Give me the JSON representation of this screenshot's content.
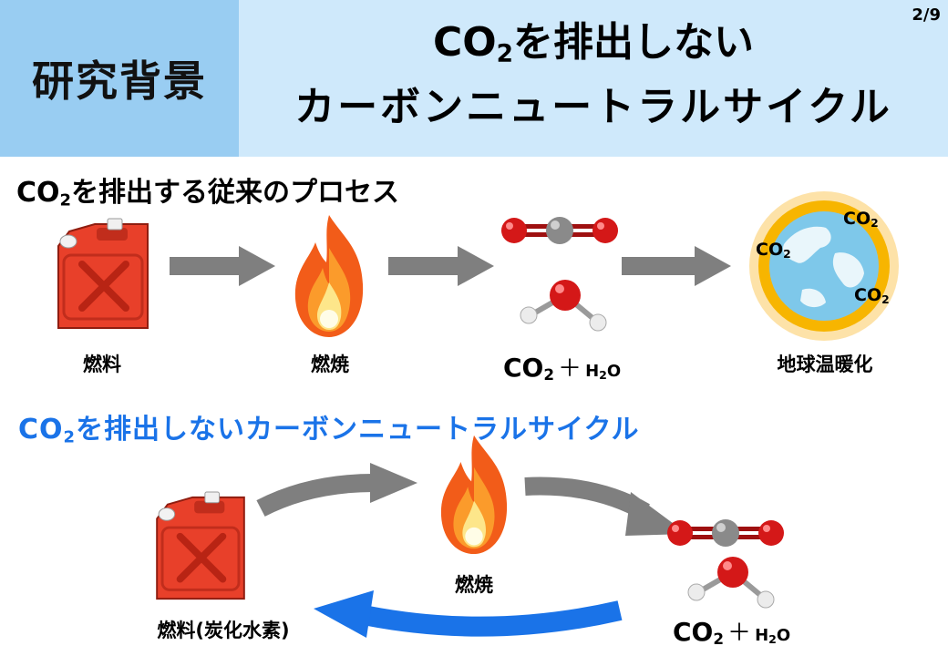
{
  "header": {
    "section_label": "研究背景",
    "title_line1_prefix": "CO",
    "title_line1_sub": "2",
    "title_line1_suffix": "を排出しない",
    "title_line2": "カーボンニュートラルサイクル",
    "page_number": "2/9"
  },
  "conventional": {
    "heading_prefix": "CO",
    "heading_sub": "2",
    "heading_suffix": "を排出する従来のプロセス",
    "fuel_label": "燃料",
    "combustion_label": "燃焼",
    "product_co2": "CO",
    "product_co2_sub": "2",
    "plus": "＋",
    "product_h2o_h": "H",
    "product_h2o_sub": "2",
    "product_h2o_o": "O",
    "warming_label": "地球温暖化",
    "earth_co2_prefix": "CO",
    "earth_co2_sub": "2"
  },
  "neutral": {
    "heading_prefix": "CO",
    "heading_sub": "2",
    "heading_suffix": "を排出しないカーボンニュートラルサイクル",
    "fuel_label": "燃料(炭化水素)",
    "combustion_label": "燃焼",
    "product_co2": "CO",
    "product_co2_sub": "2",
    "plus": "＋",
    "product_h2o_h": "H",
    "product_h2o_sub": "2",
    "product_h2o_o": "O"
  },
  "colors": {
    "header_left": "#99cdf2",
    "header_right": "#cfe9fb",
    "accent_blue": "#1a73e8",
    "arrow_gray": "#7f7f7f",
    "fuel_red": "#e8402a",
    "earth_glow": "#f7b500"
  },
  "icons": [
    "fuel-can-icon",
    "flame-icon",
    "co2-molecule-icon",
    "h2o-molecule-icon",
    "earth-icon",
    "arrow-icon"
  ]
}
